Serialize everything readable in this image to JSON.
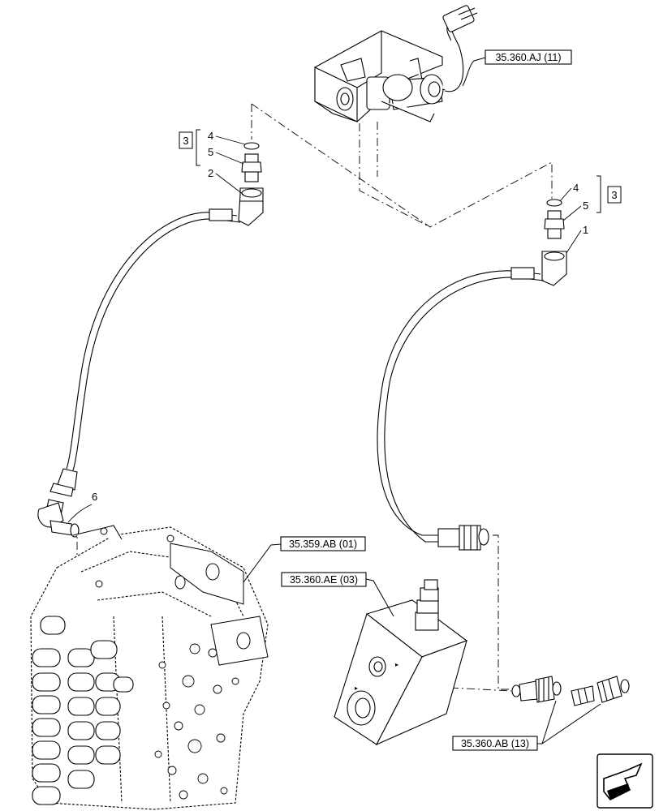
{
  "callouts": {
    "item_1": "1",
    "item_2": "2",
    "item_4_left": "4",
    "item_5_left": "5",
    "item_4_right": "4",
    "item_5_right": "5",
    "item_6": "6",
    "kit_left": "3",
    "kit_right": "3"
  },
  "references": {
    "solenoid_block": "35.360.AJ (11)",
    "control_valve": "35.359.AB (01)",
    "valve_block": "35.360.AE (03)",
    "sensor_fittings": "35.360.AB (13)"
  },
  "nav": {
    "arrow_icon": "next-page-arrow-icon"
  }
}
